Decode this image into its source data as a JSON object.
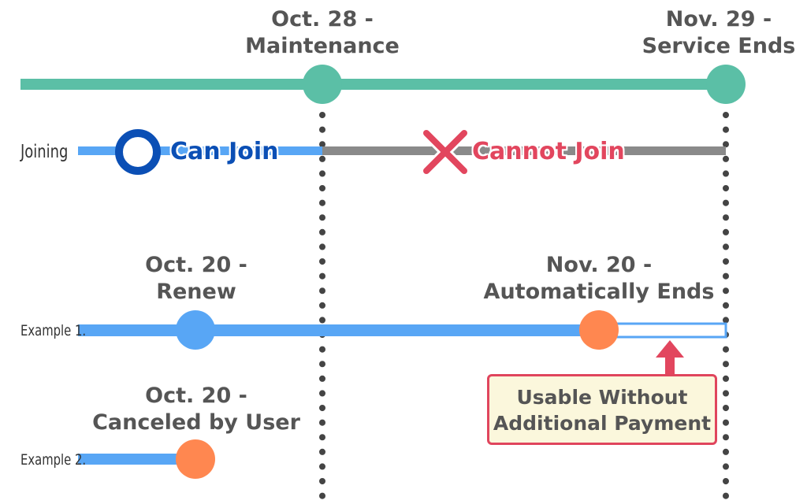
{
  "milestones": {
    "maintenance": {
      "date": "Oct. 28 -",
      "event": "Maintenance"
    },
    "service_end": {
      "date": "Nov. 29 -",
      "event": "Service Ends"
    }
  },
  "rows": {
    "joining": {
      "label": "Joining",
      "can_join": "Can Join",
      "cannot_join": "Cannot Join"
    },
    "example1": {
      "label": "Example 1.",
      "renew": {
        "date": "Oct. 20 -",
        "event": "Renew"
      },
      "auto_end": {
        "date": "Nov. 20 -",
        "event": "Automatically Ends"
      },
      "callout": {
        "line1": "Usable Without",
        "line2": "Additional Payment"
      }
    },
    "example2": {
      "label": "Example 2.",
      "cancel": {
        "date": "Oct. 20 -",
        "event": "Canceled by User"
      }
    }
  },
  "colors": {
    "teal": "#5bbfa6",
    "blue": "#58a6f5",
    "gray": "#8a8a8a",
    "orange": "#ff8750",
    "navy": "#0b4fb5",
    "red": "#e2465e",
    "callout_bg": "#fbf7dc",
    "label_text": "#555555",
    "dots": "#444444"
  },
  "icons": {
    "can_join": "circle-o-icon",
    "cannot_join": "cross-x-icon",
    "callout_pointer": "arrow-up-icon"
  }
}
